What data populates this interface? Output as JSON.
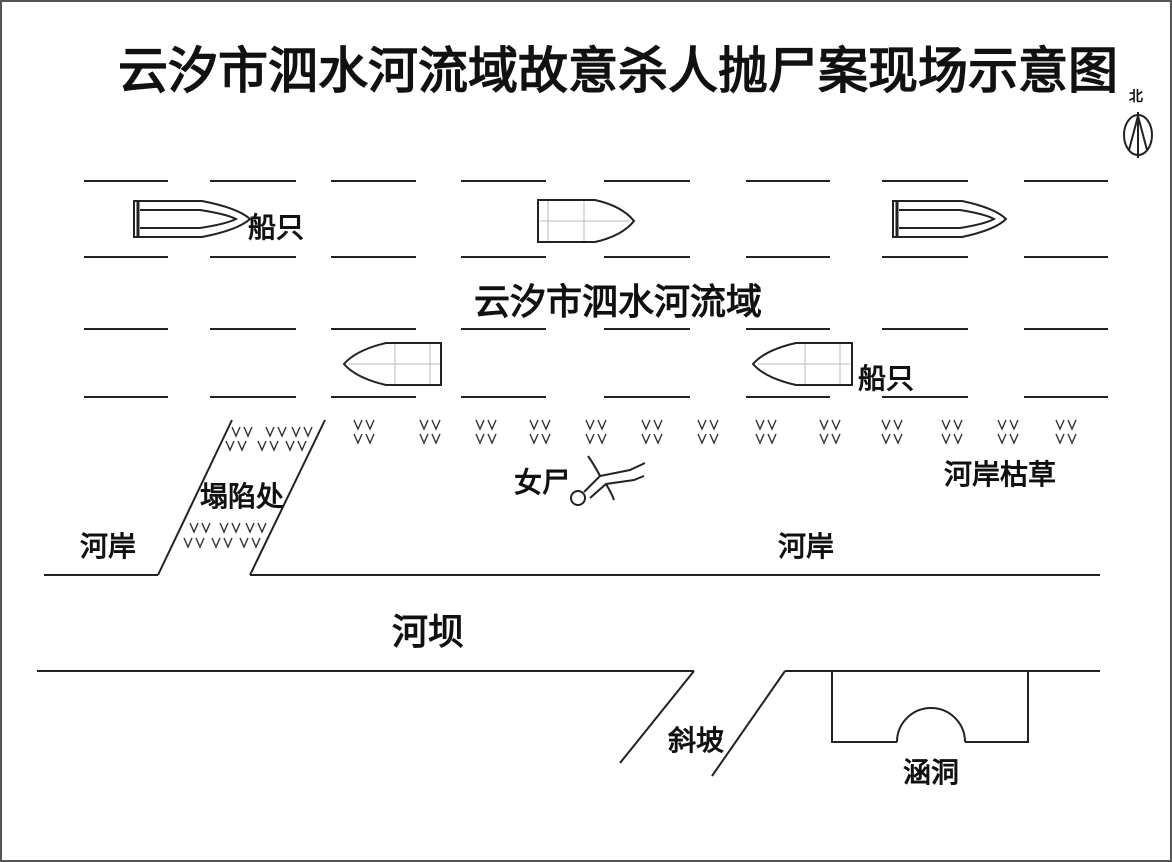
{
  "title": "云汐市泗水河流域故意杀人抛尸案现场示意图",
  "north_label": "北",
  "labels": {
    "boat_1": "船只",
    "boat_2": "船只",
    "river": "云汐市泗水河流域",
    "collapse": "塌陷处",
    "body": "女尸",
    "withered_grass": "河岸枯草",
    "bank_left": "河岸",
    "bank_right": "河岸",
    "dam": "河坝",
    "slope": "斜坡",
    "culvert": "涵洞"
  }
}
